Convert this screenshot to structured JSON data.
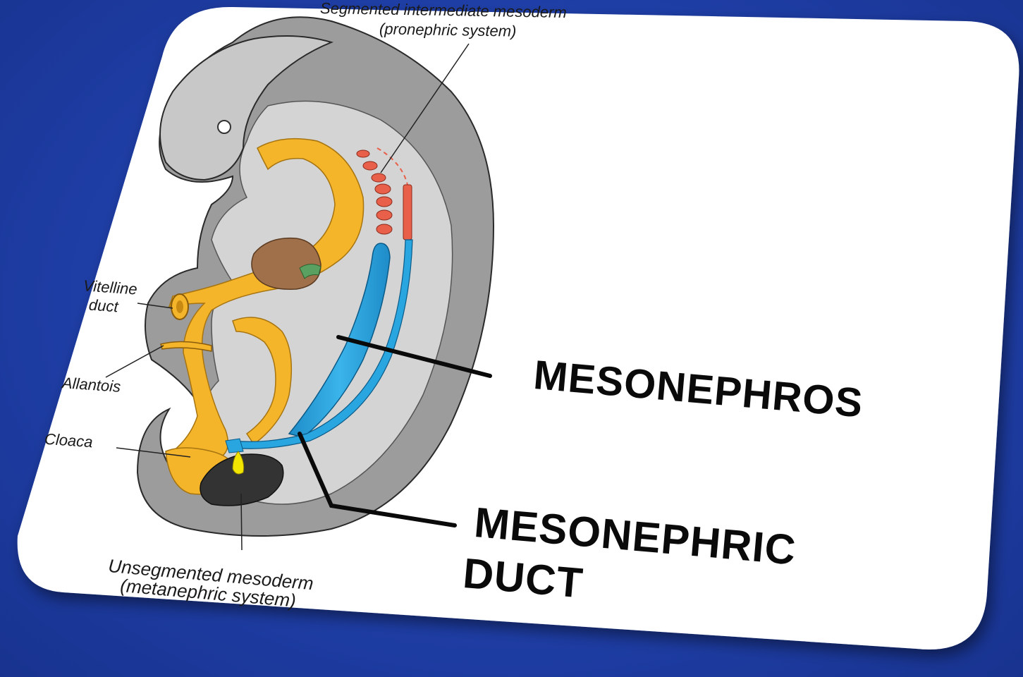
{
  "labels": {
    "segmented_line1": "Segmented intermediate mesoderm",
    "segmented_line2": "(pronephric system)",
    "vitelline_line1": "Vitelline",
    "vitelline_line2": "duct",
    "allantois": "Allantois",
    "cloaca": "Cloaca",
    "unsegmented_line1": "Unsegmented mesoderm",
    "unsegmented_line2": "(metanephric system)",
    "mesonephros": "MESONEPHROS",
    "mesonephric_line1": "MESONEPHRIC",
    "mesonephric_line2": "DUCT"
  },
  "colors": {
    "background": "#1f3fa8",
    "card": "#ffffff",
    "embryo_outer": "#9a9a9a",
    "embryo_inner": "#cfcfcf",
    "gut": "#f5b52a",
    "mesonephric": "#29a6e0",
    "pronephros": "#e8604a",
    "liver": "#a0704a",
    "cloaca_mass": "#333333",
    "highlight": "#f2e600"
  }
}
